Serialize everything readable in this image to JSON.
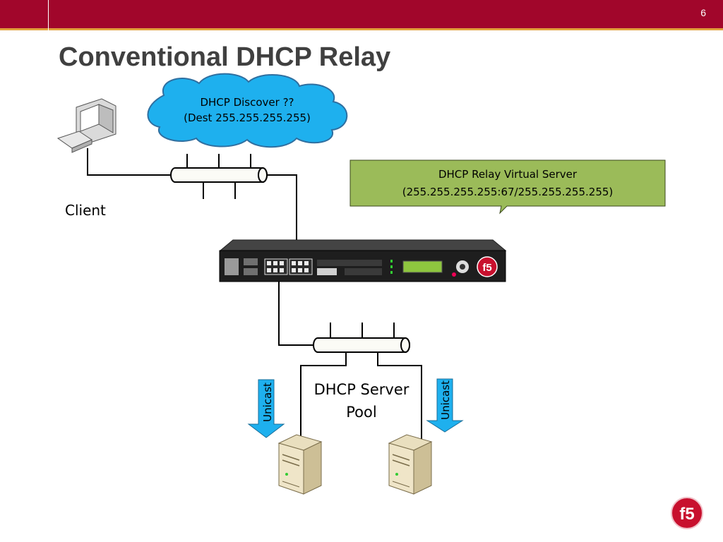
{
  "slide": {
    "number": "6",
    "title": "Conventional DHCP Relay"
  },
  "cloud": {
    "line1": "DHCP Discover ??",
    "line2": "(Dest 255.255.255.255)",
    "color": "#1eb0ee"
  },
  "callout": {
    "line1": "DHCP Relay Virtual Server",
    "line2": "(255.255.255.255:67/255.255.255.255)",
    "color": "#9bbb59"
  },
  "client": {
    "label": "Client"
  },
  "pool": {
    "line1": "DHCP Server",
    "line2": "Pool"
  },
  "arrows": {
    "left": "Unicast",
    "right": "Unicast",
    "color": "#1eb0ee"
  },
  "colors": {
    "brand": "#a1062b",
    "accent": "#e1a23c"
  },
  "icons": {
    "client": "desktop-computer-icon",
    "appliance": "f5-bigip-appliance-icon",
    "server": "tower-server-icon",
    "logo": "f5-logo-icon"
  }
}
